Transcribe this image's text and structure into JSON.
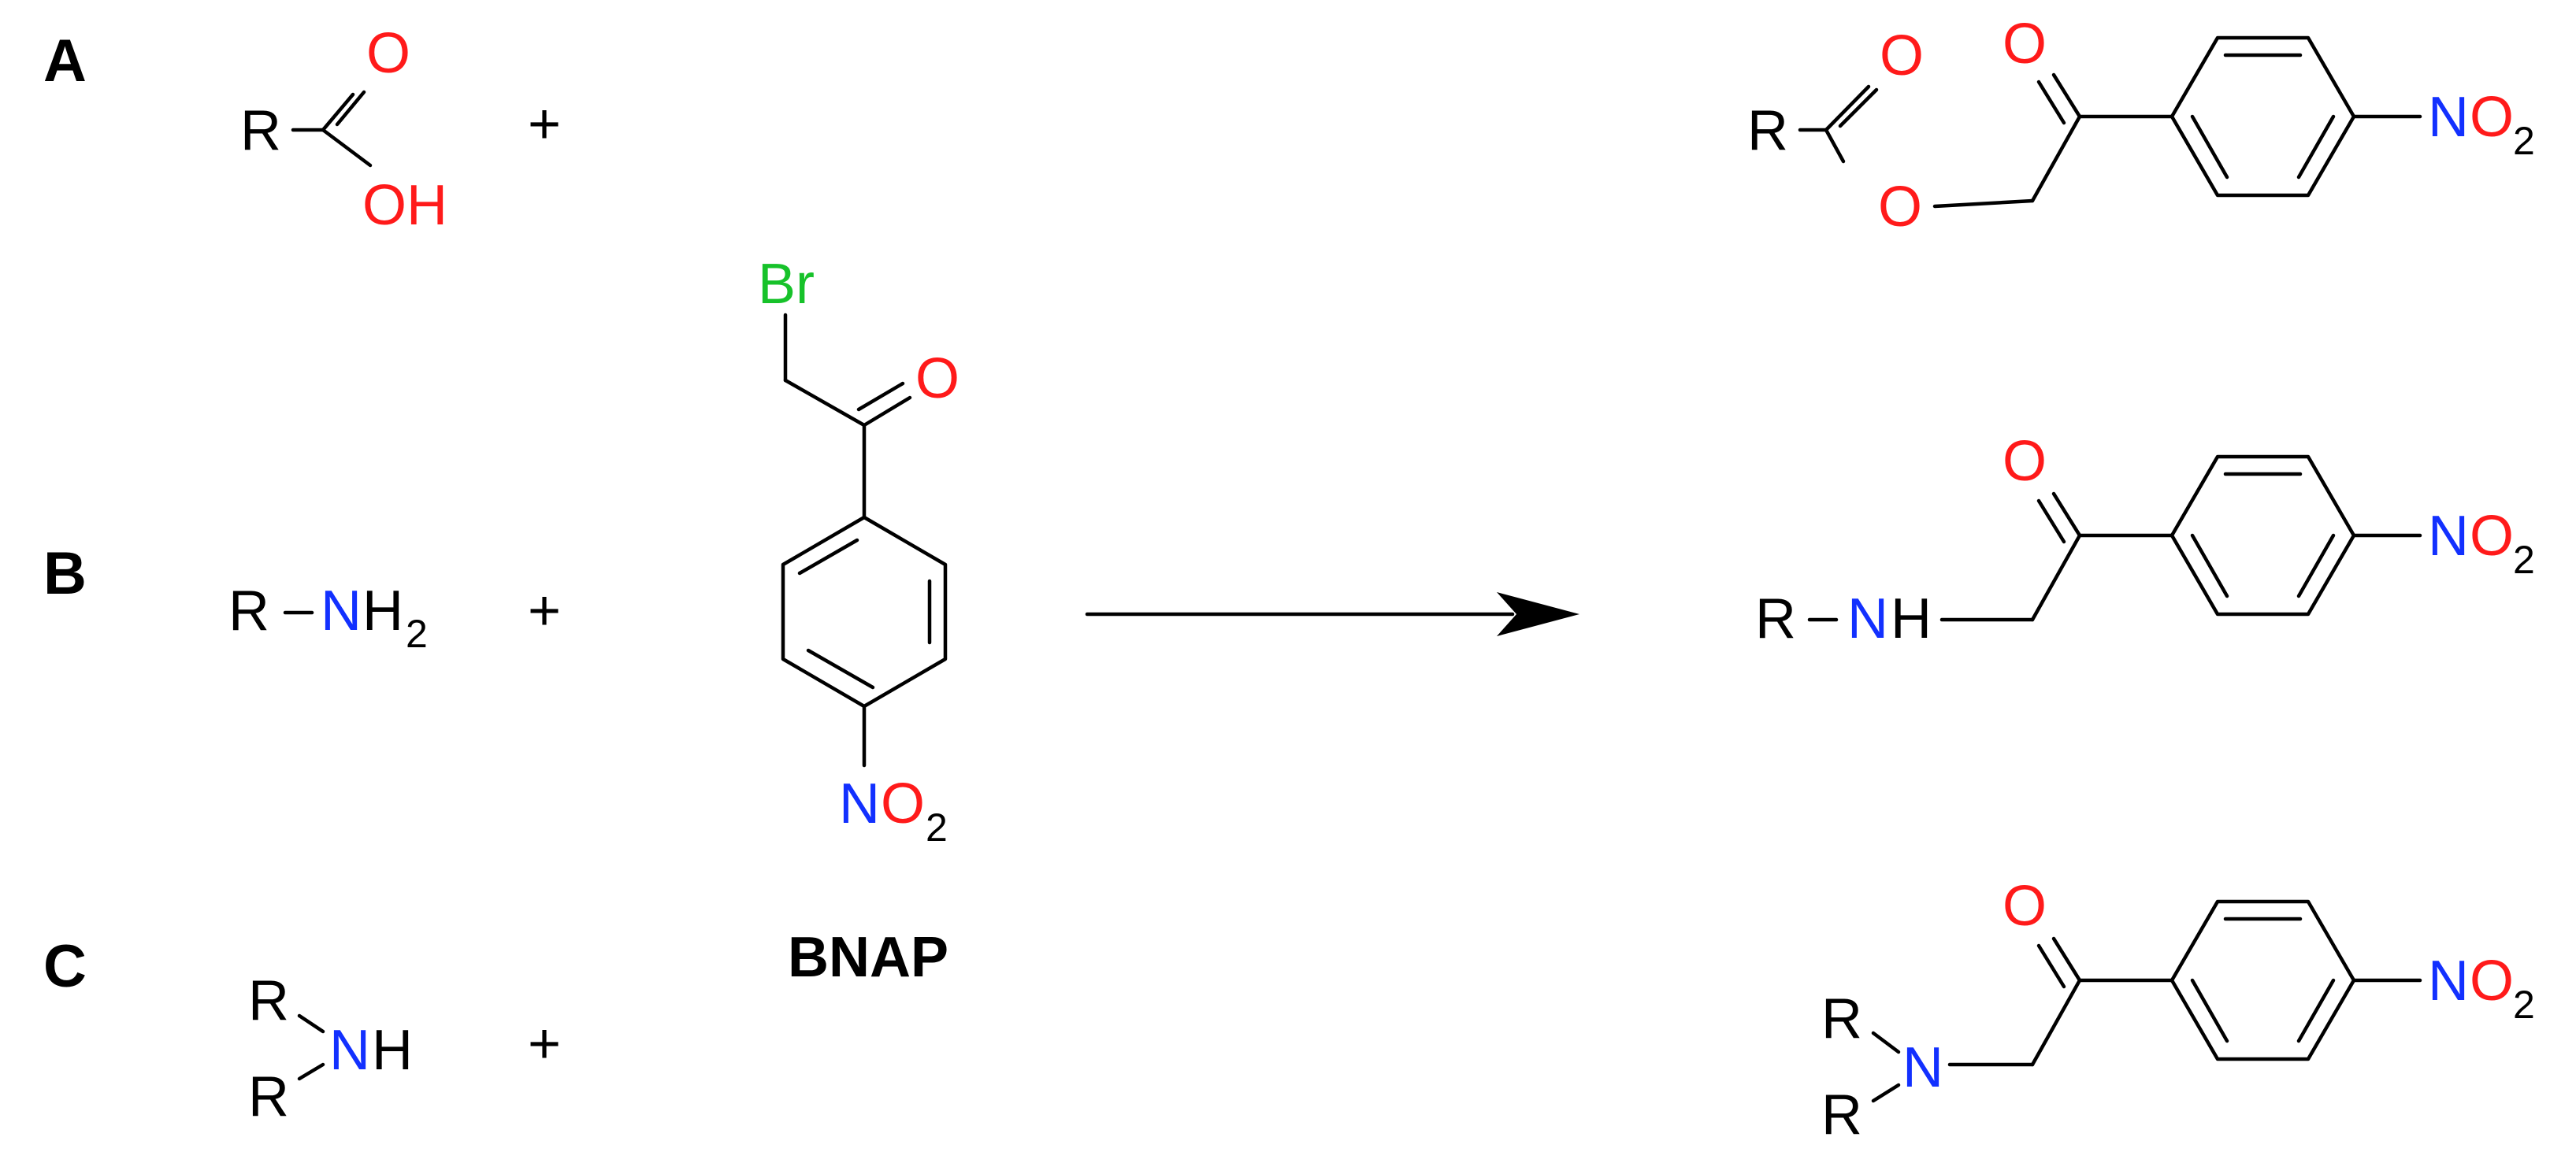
{
  "row_labels": [
    "A",
    "B",
    "C"
  ],
  "plus_sign": "+",
  "reagent": {
    "name": "BNAP"
  },
  "atoms": {
    "R": "R",
    "O": "O",
    "OH": "OH",
    "N": "N",
    "NH": "NH",
    "NH2_H": "H",
    "sub2": "2",
    "Br": "Br"
  },
  "colors": {
    "oxygen": "#ff1a1a",
    "nitrogen": "#1230ff",
    "bromine": "#17c22a",
    "bond": "#000000",
    "text": "#000000"
  }
}
